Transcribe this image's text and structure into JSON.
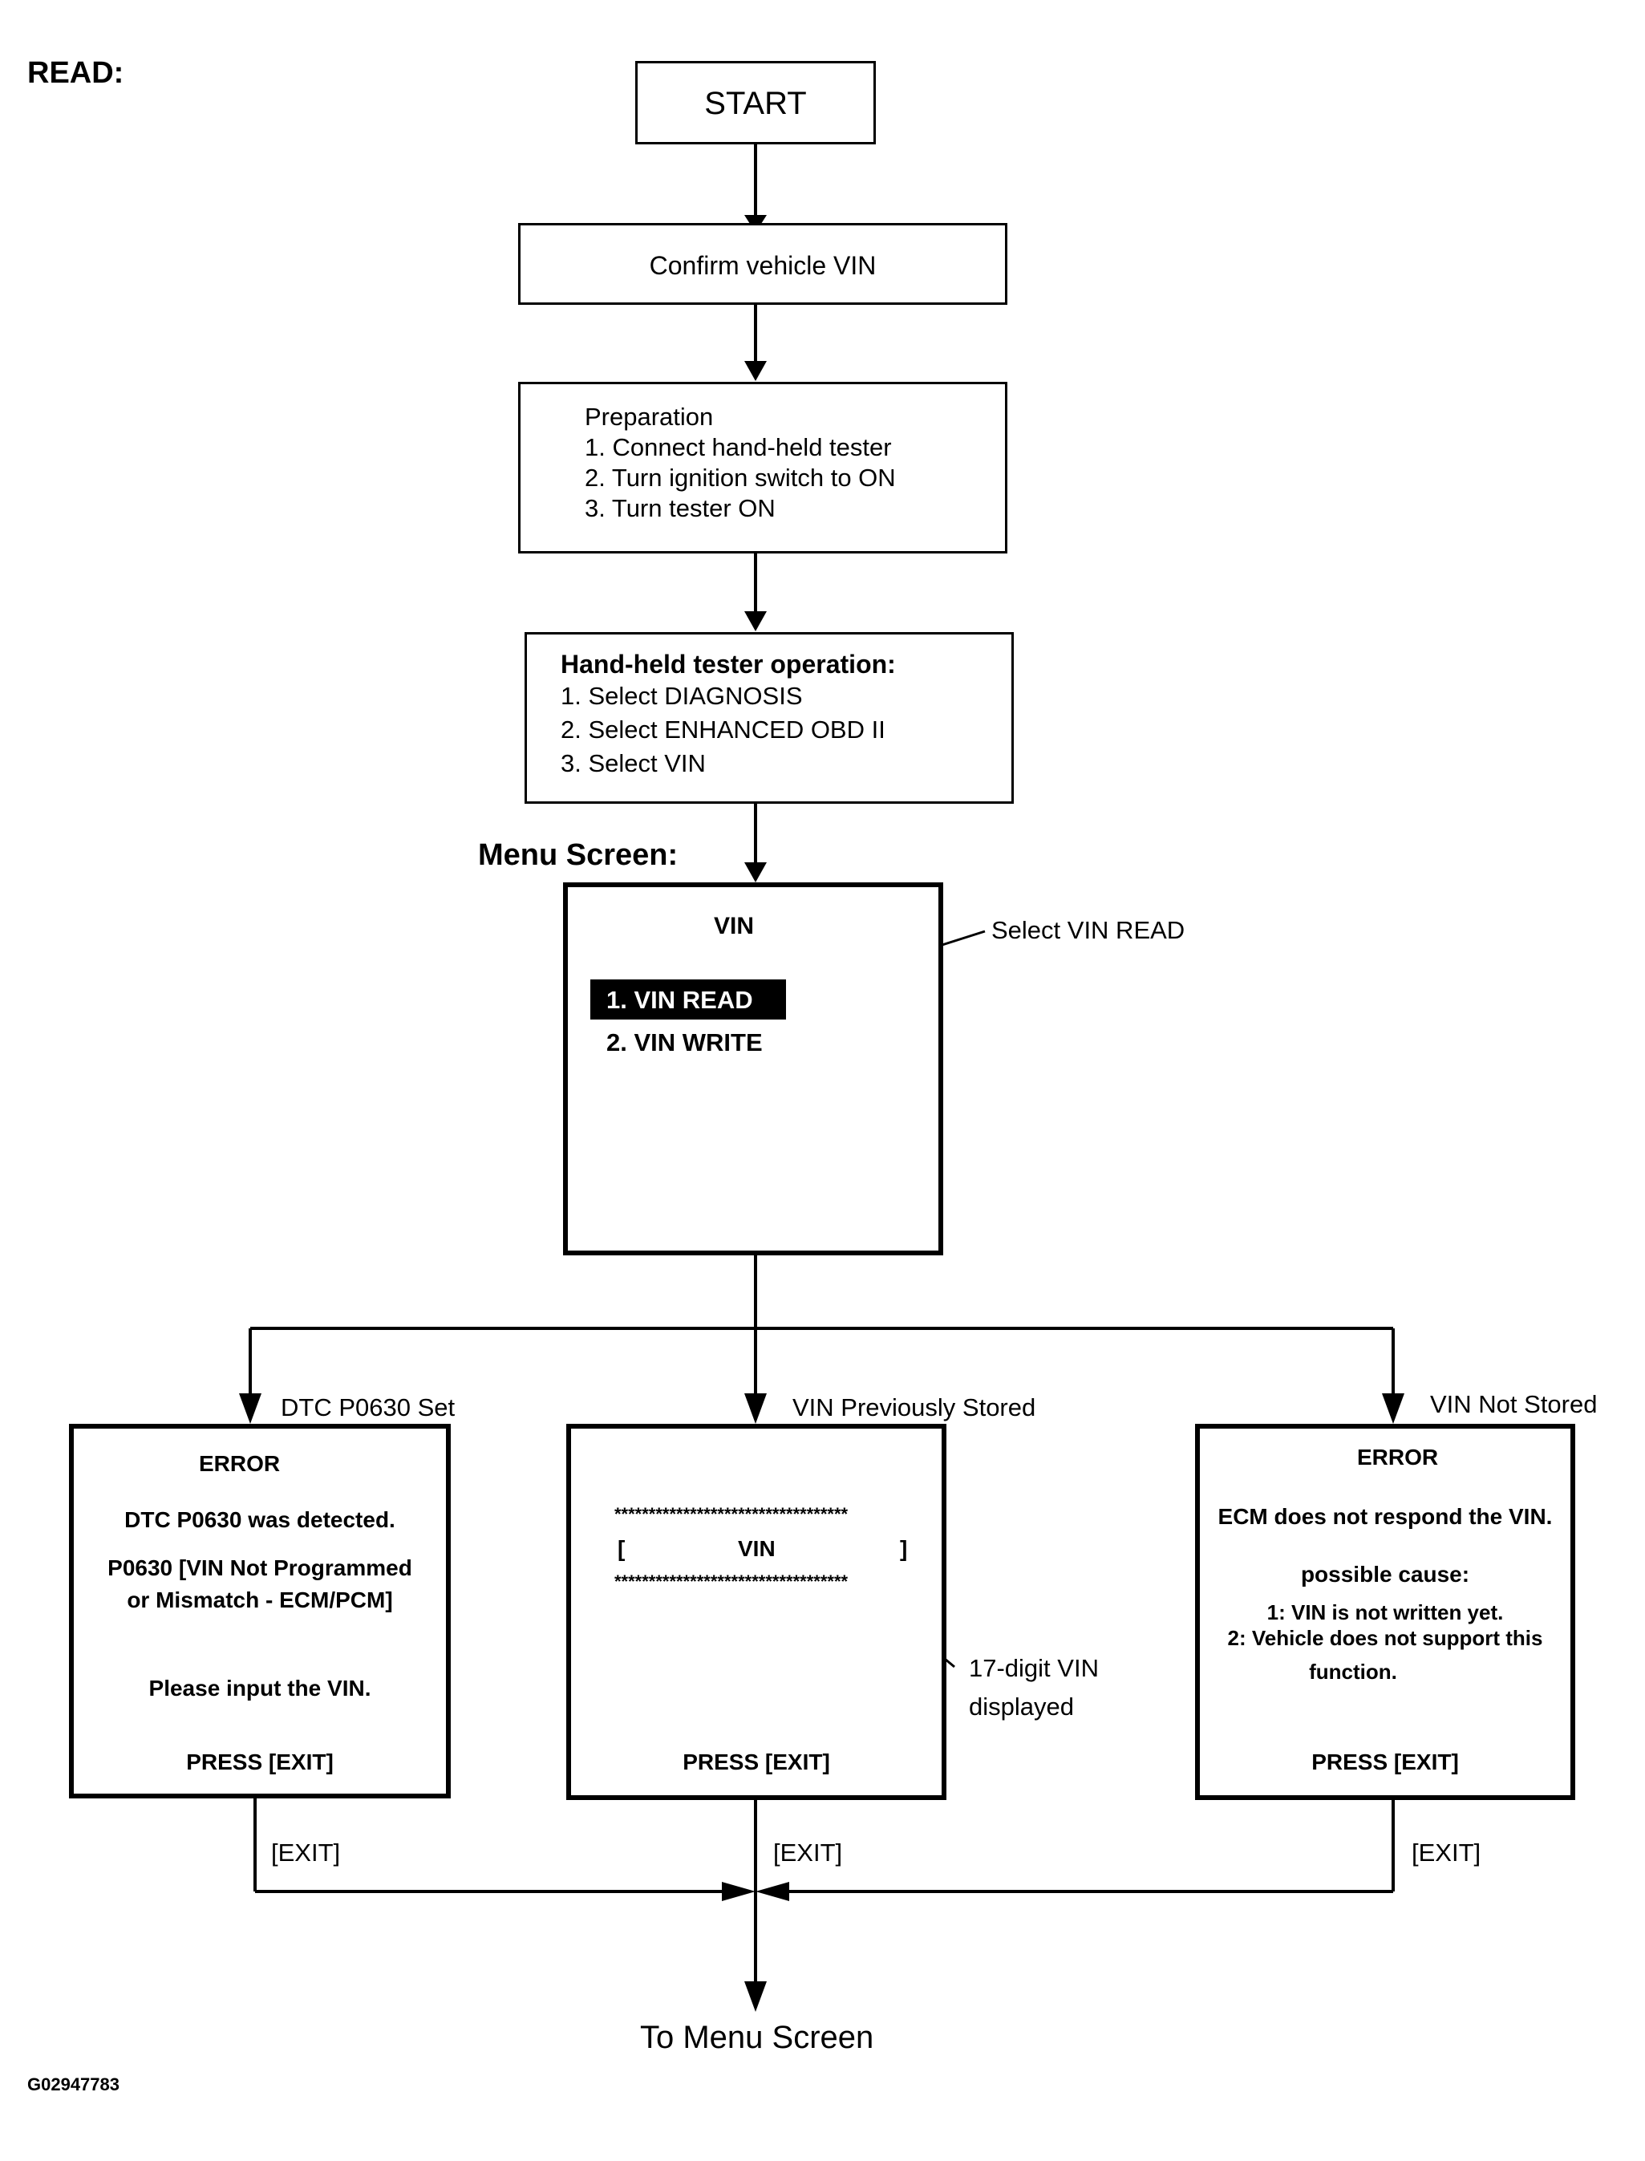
{
  "section_label": "READ:",
  "start": "START",
  "confirm": "Confirm vehicle VIN",
  "preparation": {
    "title": "Preparation",
    "steps": [
      "1. Connect hand-held tester",
      "2. Turn ignition switch to ON",
      "3. Turn tester ON"
    ]
  },
  "tester_op": {
    "title": "Hand-held tester operation:",
    "steps": [
      "1. Select DIAGNOSIS",
      "2. Select ENHANCED OBD II",
      "3. Select VIN"
    ]
  },
  "menu_label": "Menu Screen:",
  "menu": {
    "title": "VIN",
    "item1": "1. VIN READ",
    "item2": "2. VIN WRITE",
    "callout": "Select VIN READ"
  },
  "branches": {
    "left_label": "DTC P0630 Set",
    "mid_label": "VIN Previously Stored",
    "right_label": "VIN Not Stored"
  },
  "left_screen": {
    "title": "ERROR",
    "line1": "DTC P0630 was detected.",
    "line2": "P0630  [VIN Not Programmed",
    "line3": "or Mismatch - ECM/PCM]",
    "line4": "Please input the VIN.",
    "press": "PRESS [EXIT]"
  },
  "mid_screen": {
    "stars": "**********************************",
    "bracket_open": "[",
    "vin": "VIN",
    "bracket_close": "]",
    "press": "PRESS [EXIT]",
    "callout_line1": "17-digit VIN",
    "callout_line2": "displayed"
  },
  "right_screen": {
    "title": "ERROR",
    "line1": "ECM does not respond the VIN.",
    "line2": "possible cause:",
    "line3": "1: VIN is not written yet.",
    "line4": "2: Vehicle  does  not  support this",
    "line5": "function.",
    "press": "PRESS [EXIT]"
  },
  "exit_label": "[EXIT]",
  "end": "To Menu Screen",
  "figure_id": "G02947783"
}
